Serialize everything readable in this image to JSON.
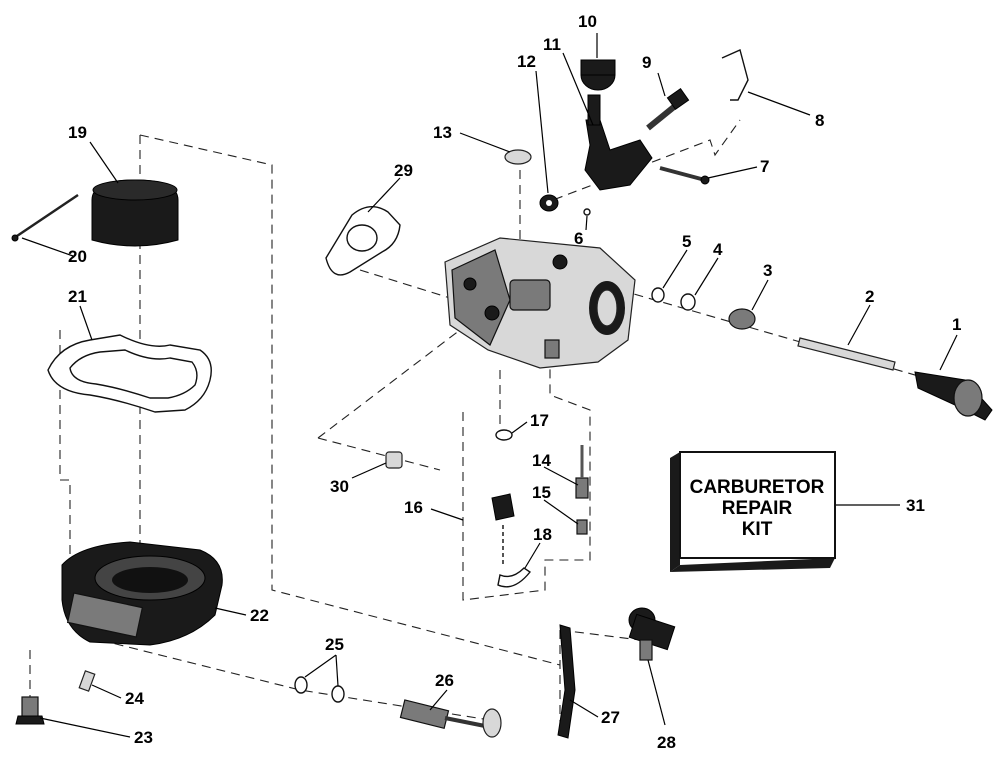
{
  "callouts": {
    "c1": "1",
    "c2": "2",
    "c3": "3",
    "c4": "4",
    "c5": "5",
    "c6": "6",
    "c7": "7",
    "c8": "8",
    "c9": "9",
    "c10": "10",
    "c11": "11",
    "c12": "12",
    "c13": "13",
    "c14": "14",
    "c15": "15",
    "c16": "16",
    "c17": "17",
    "c18": "18",
    "c19": "19",
    "c20": "20",
    "c21": "21",
    "c22": "22",
    "c23": "23",
    "c24": "24",
    "c25": "25",
    "c26": "26",
    "c27": "27",
    "c28": "28",
    "c29": "29",
    "c30": "30",
    "c31": "31"
  },
  "kit_box": {
    "line1": "CARBURETOR",
    "line2": "REPAIR",
    "line3": "KIT"
  }
}
